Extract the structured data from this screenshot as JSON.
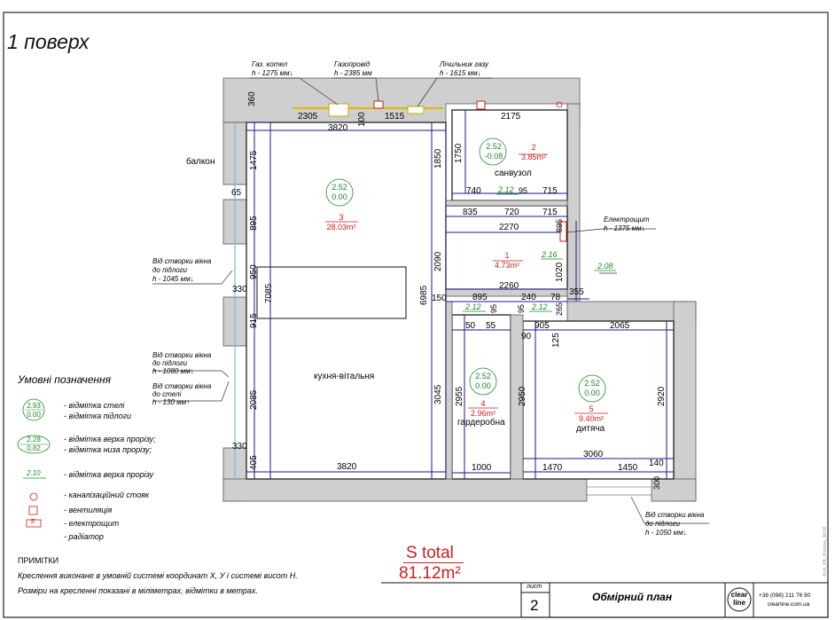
{
  "title": "1 поверх",
  "callouts": {
    "boiler": {
      "label": "Газ. котел",
      "height": "h - 1275 мм↓"
    },
    "gas_pipe": {
      "label": "Газопровід",
      "height": "h - 2385 мм"
    },
    "gas_meter": {
      "label": "Лічильник газу",
      "height": "h - 1615 мм↓"
    },
    "panel": {
      "label": "Електрощит",
      "height": "h - 1375 мм↓"
    },
    "win1": {
      "label": "Від створки вікна",
      "sub": "до підлоги",
      "height": "h - 1045 мм↓"
    },
    "win2": {
      "label": "Від створки вікна",
      "sub": "до підлоги",
      "height": "h - 1080 мм↓"
    },
    "win3": {
      "label": "Від створки вікна",
      "sub": "до стелі",
      "height": "h - 130 мм↑"
    },
    "win4": {
      "label": "Від створки вікна",
      "sub": "до підлоги",
      "height": "h - 1050 мм↓"
    }
  },
  "rooms": [
    {
      "num": "1",
      "area": "4.73m²",
      "name": ""
    },
    {
      "num": "2",
      "area": "3.85m²",
      "name": "санвузол",
      "ceiling": "2.52",
      "floor": "-0.08"
    },
    {
      "num": "3",
      "area": "28.03m²",
      "name": "кухня-вітальня",
      "ceiling": "2.52",
      "floor": "0.00"
    },
    {
      "num": "4",
      "area": "2.96m²",
      "name": "гардеробна",
      "ceiling": "2.52",
      "floor": "0.00"
    },
    {
      "num": "5",
      "area": "9.40m²",
      "name": "дитяча",
      "ceiling": "2.52",
      "floor": "0.00"
    }
  ],
  "balcony_label": "балкон",
  "openings": [
    "2.12",
    "2.16",
    "2.08",
    "2.12",
    "2.12"
  ],
  "dimensions": {
    "top_2305": "2305",
    "top_1515": "1515",
    "top_2175": "2175",
    "top_360": "360",
    "top_100": "100",
    "w_3820_top": "3820",
    "w_3820_bot": "3820",
    "v_1475": "1475",
    "v_895": "895",
    "v_950": "950",
    "v_915": "915",
    "v_2085": "2085",
    "v_405": "405",
    "v_7085": "7085",
    "h_65": "65",
    "h_330a": "330",
    "h_330b": "330",
    "v_1850": "1850",
    "v_2090": "2090",
    "v_6985": "6985",
    "v_3045": "3045",
    "v_1750": "1750",
    "bath_740": "740",
    "bath_95": "95",
    "bath_715": "715",
    "hall_835": "835",
    "hall_720": "720",
    "hall_715": "715",
    "hall_2270": "2270",
    "v_895b": "895",
    "v_1020": "1020",
    "h_355": "355",
    "hall_2260": "2260",
    "h_150": "150",
    "h_895": "895",
    "h_240": "240",
    "h_78": "78",
    "v_95": "95",
    "v_95b": "95",
    "v_265": "265",
    "h_50": "50",
    "h_55": "55",
    "h_905": "905",
    "h_90": "90",
    "h_2065": "2065",
    "v_125": "125",
    "v_2955": "2955",
    "v_2950": "2950",
    "v_2920": "2920",
    "h_1000": "1000",
    "h_1470": "1470",
    "h_3060": "3060",
    "h_1450": "1450",
    "h_140": "140",
    "v_300": "300"
  },
  "legend": {
    "title": "Умовні позначення",
    "items": [
      {
        "symbol": "2.93 / 0.00",
        "text1": "- відмітка стелі",
        "text2": "- відмітка підлоги",
        "top": "2.93",
        "bot": "0.00"
      },
      {
        "symbol": "2.28 / 0.82",
        "text1": "- відмітка верха прорізу;",
        "text2": "- відмітка низа прорізу;",
        "top": "2.28",
        "bot": "0.82"
      },
      {
        "symbol": "2.10",
        "text1": "- відмітка верха прорізу"
      },
      {
        "text1": "- каналізаційний стояк"
      },
      {
        "text1": "- вентиляція"
      },
      {
        "text1": "- електрощит",
        "sym": "E"
      },
      {
        "text1": "- радіатор"
      }
    ]
  },
  "notes": {
    "title": "ПРИМІТКИ",
    "line1": "Креслення виконане в умовній системі координат X, У і системі висот Н.",
    "line2": "Розміри на кресленні показані в міліметрах, відмітки в метрах."
  },
  "total": {
    "label": "S total",
    "value": "81.12m²"
  },
  "titleblock": {
    "sheet_label": "лист",
    "sheet": "2",
    "name": "Обмірний план",
    "logo_top": "clear",
    "logo_bot": "line",
    "phone": "+38 (098) 211 76 90",
    "site": "clearline.com.ua"
  },
  "side_text": "Arch_KB_Hristova_06/18"
}
